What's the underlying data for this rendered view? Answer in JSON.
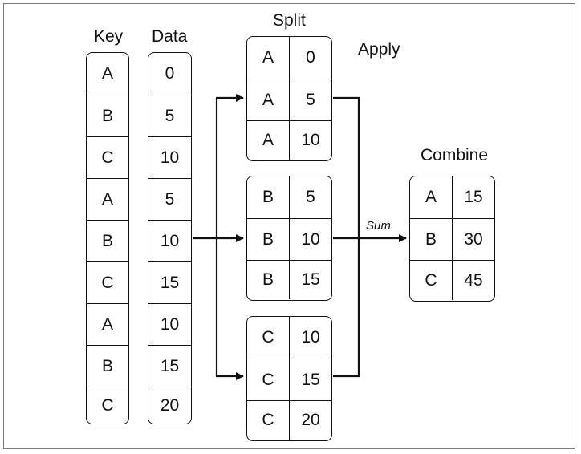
{
  "headers": {
    "key": "Key",
    "data": "Data",
    "split": "Split",
    "apply": "Apply",
    "combine": "Combine"
  },
  "key_column": [
    "A",
    "B",
    "C",
    "A",
    "B",
    "C",
    "A",
    "B",
    "C"
  ],
  "data_column": [
    "0",
    "5",
    "10",
    "5",
    "10",
    "15",
    "10",
    "15",
    "20"
  ],
  "split_groups": [
    {
      "rows": [
        [
          "A",
          "0"
        ],
        [
          "A",
          "5"
        ],
        [
          "A",
          "10"
        ]
      ]
    },
    {
      "rows": [
        [
          "B",
          "5"
        ],
        [
          "B",
          "10"
        ],
        [
          "B",
          "15"
        ]
      ]
    },
    {
      "rows": [
        [
          "C",
          "10"
        ],
        [
          "C",
          "15"
        ],
        [
          "C",
          "20"
        ]
      ]
    }
  ],
  "apply_function": "Sum",
  "combine_rows": [
    [
      "A",
      "15"
    ],
    [
      "B",
      "30"
    ],
    [
      "C",
      "45"
    ]
  ]
}
